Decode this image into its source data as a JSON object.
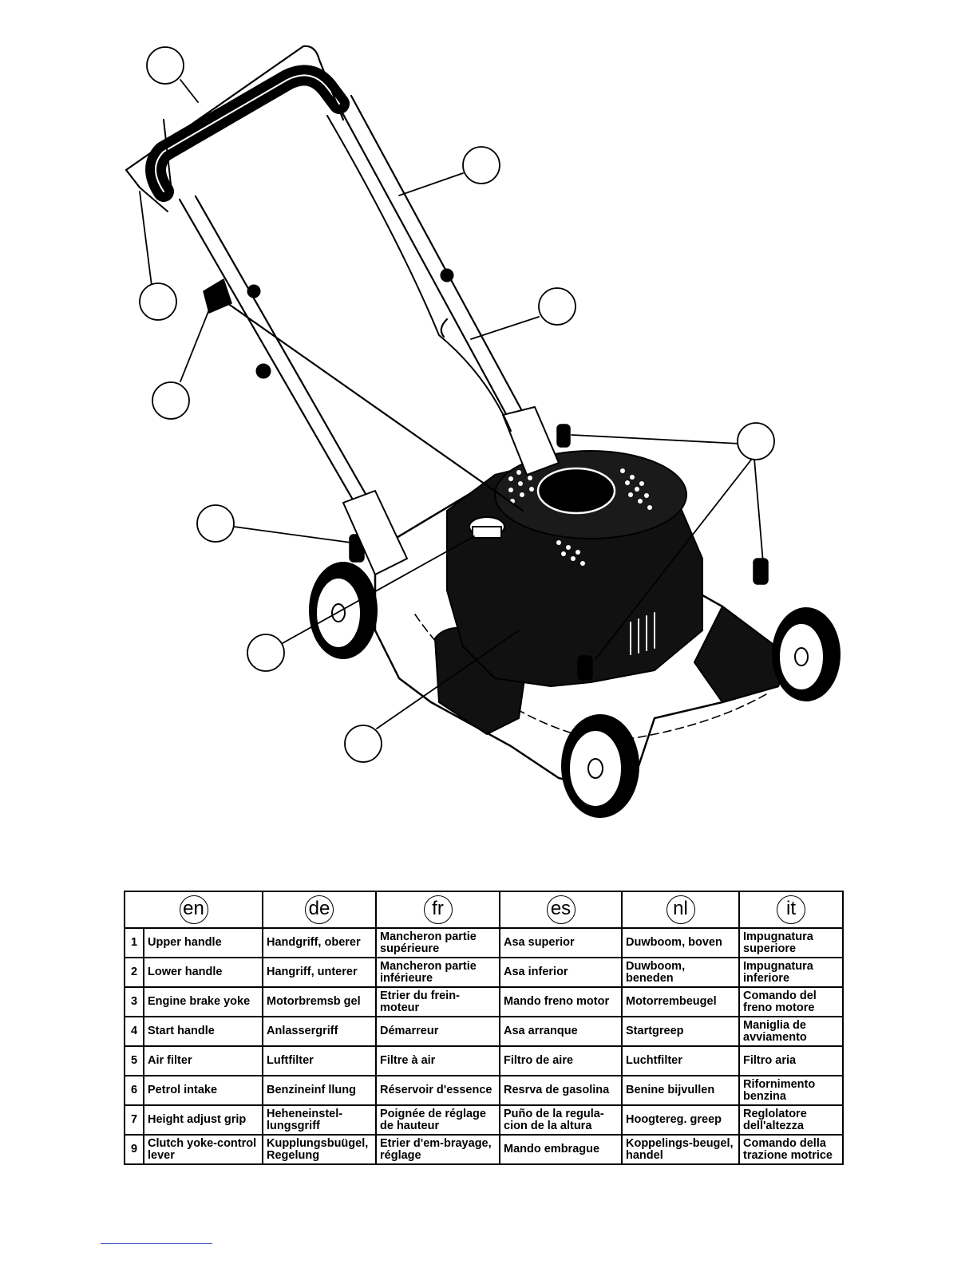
{
  "table": {
    "languages": [
      "en",
      "de",
      "fr",
      "es",
      "nl",
      "it"
    ],
    "rows": [
      {
        "num": "1",
        "cells": [
          "Upper handle",
          "Handgriff, oberer",
          "Mancheron partie supérieure",
          "Asa superior",
          "Duwboom, boven",
          "Impugnatura superiore"
        ]
      },
      {
        "num": "2",
        "cells": [
          "Lower handle",
          "Hangriff, unterer",
          "Mancheron partie inférieure",
          "Asa inferior",
          "Duwboom, beneden",
          "Impugnatura inferiore"
        ]
      },
      {
        "num": "3",
        "cells": [
          "Engine brake yoke",
          "Motorbremsb gel",
          "Etrier du frein-moteur",
          "Mando freno motor",
          "Motorrembeugel",
          "Comando del freno motore"
        ]
      },
      {
        "num": "4",
        "cells": [
          "Start handle",
          "Anlassergriff",
          "Démarreur",
          "Asa arranque",
          "Startgreep",
          "Maniglia de avviamento"
        ]
      },
      {
        "num": "5",
        "cells": [
          "Air filter",
          "Luftfilter",
          "Filtre à air",
          "Filtro de aire",
          "Luchtfilter",
          "Filtro aria"
        ]
      },
      {
        "num": "6",
        "cells": [
          "Petrol intake",
          "Benzineinf llung",
          "Réservoir d'essence",
          "Resrva de gasolina",
          "Benine bijvullen",
          "Rifornimento benzina"
        ]
      },
      {
        "num": "7",
        "cells": [
          "Height adjust grip",
          "Heheneinstel-lungsgriff",
          "Poignée de réglage de hauteur",
          "Puño de la regula-cion de la altura",
          "Hoogtereg. greep",
          "Reglolatore dell'altezza"
        ]
      },
      {
        "num": "9",
        "cells": [
          "Clutch yoke-control lever",
          "Kupplungsbuügel, Regelung",
          "Etrier d'em-brayage, réglage",
          "Mando embrague",
          "Koppelings-beugel, handel",
          "Comando della trazione motrice"
        ]
      }
    ]
  }
}
